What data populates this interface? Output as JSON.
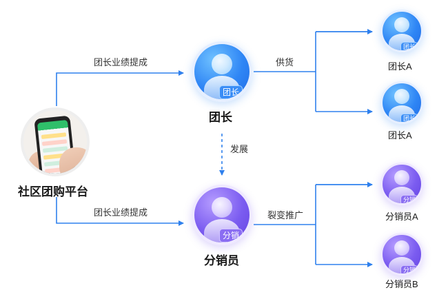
{
  "platform": {
    "name": "社区团购平台"
  },
  "leader": {
    "name": "团长",
    "badge": "团长"
  },
  "distributor": {
    "name": "分销员",
    "badge": "分销"
  },
  "edges": {
    "platform_to_leader": "团长业绩提成",
    "platform_to_distributor": "团长业绩提成",
    "leader_to_distributor": "发展",
    "leader_branch": "供货",
    "distributor_branch": "裂变推广"
  },
  "children": {
    "leaders": [
      {
        "name": "团长A",
        "badge": "团长"
      },
      {
        "name": "团长A",
        "badge": "团长"
      }
    ],
    "distributors": [
      {
        "name": "分销员A",
        "badge": "分销"
      },
      {
        "name": "分销员B",
        "badge": "分销"
      }
    ]
  },
  "colors": {
    "line": "#2f80ed",
    "leader": "#2f86f5",
    "distributor": "#7b5cf0"
  }
}
